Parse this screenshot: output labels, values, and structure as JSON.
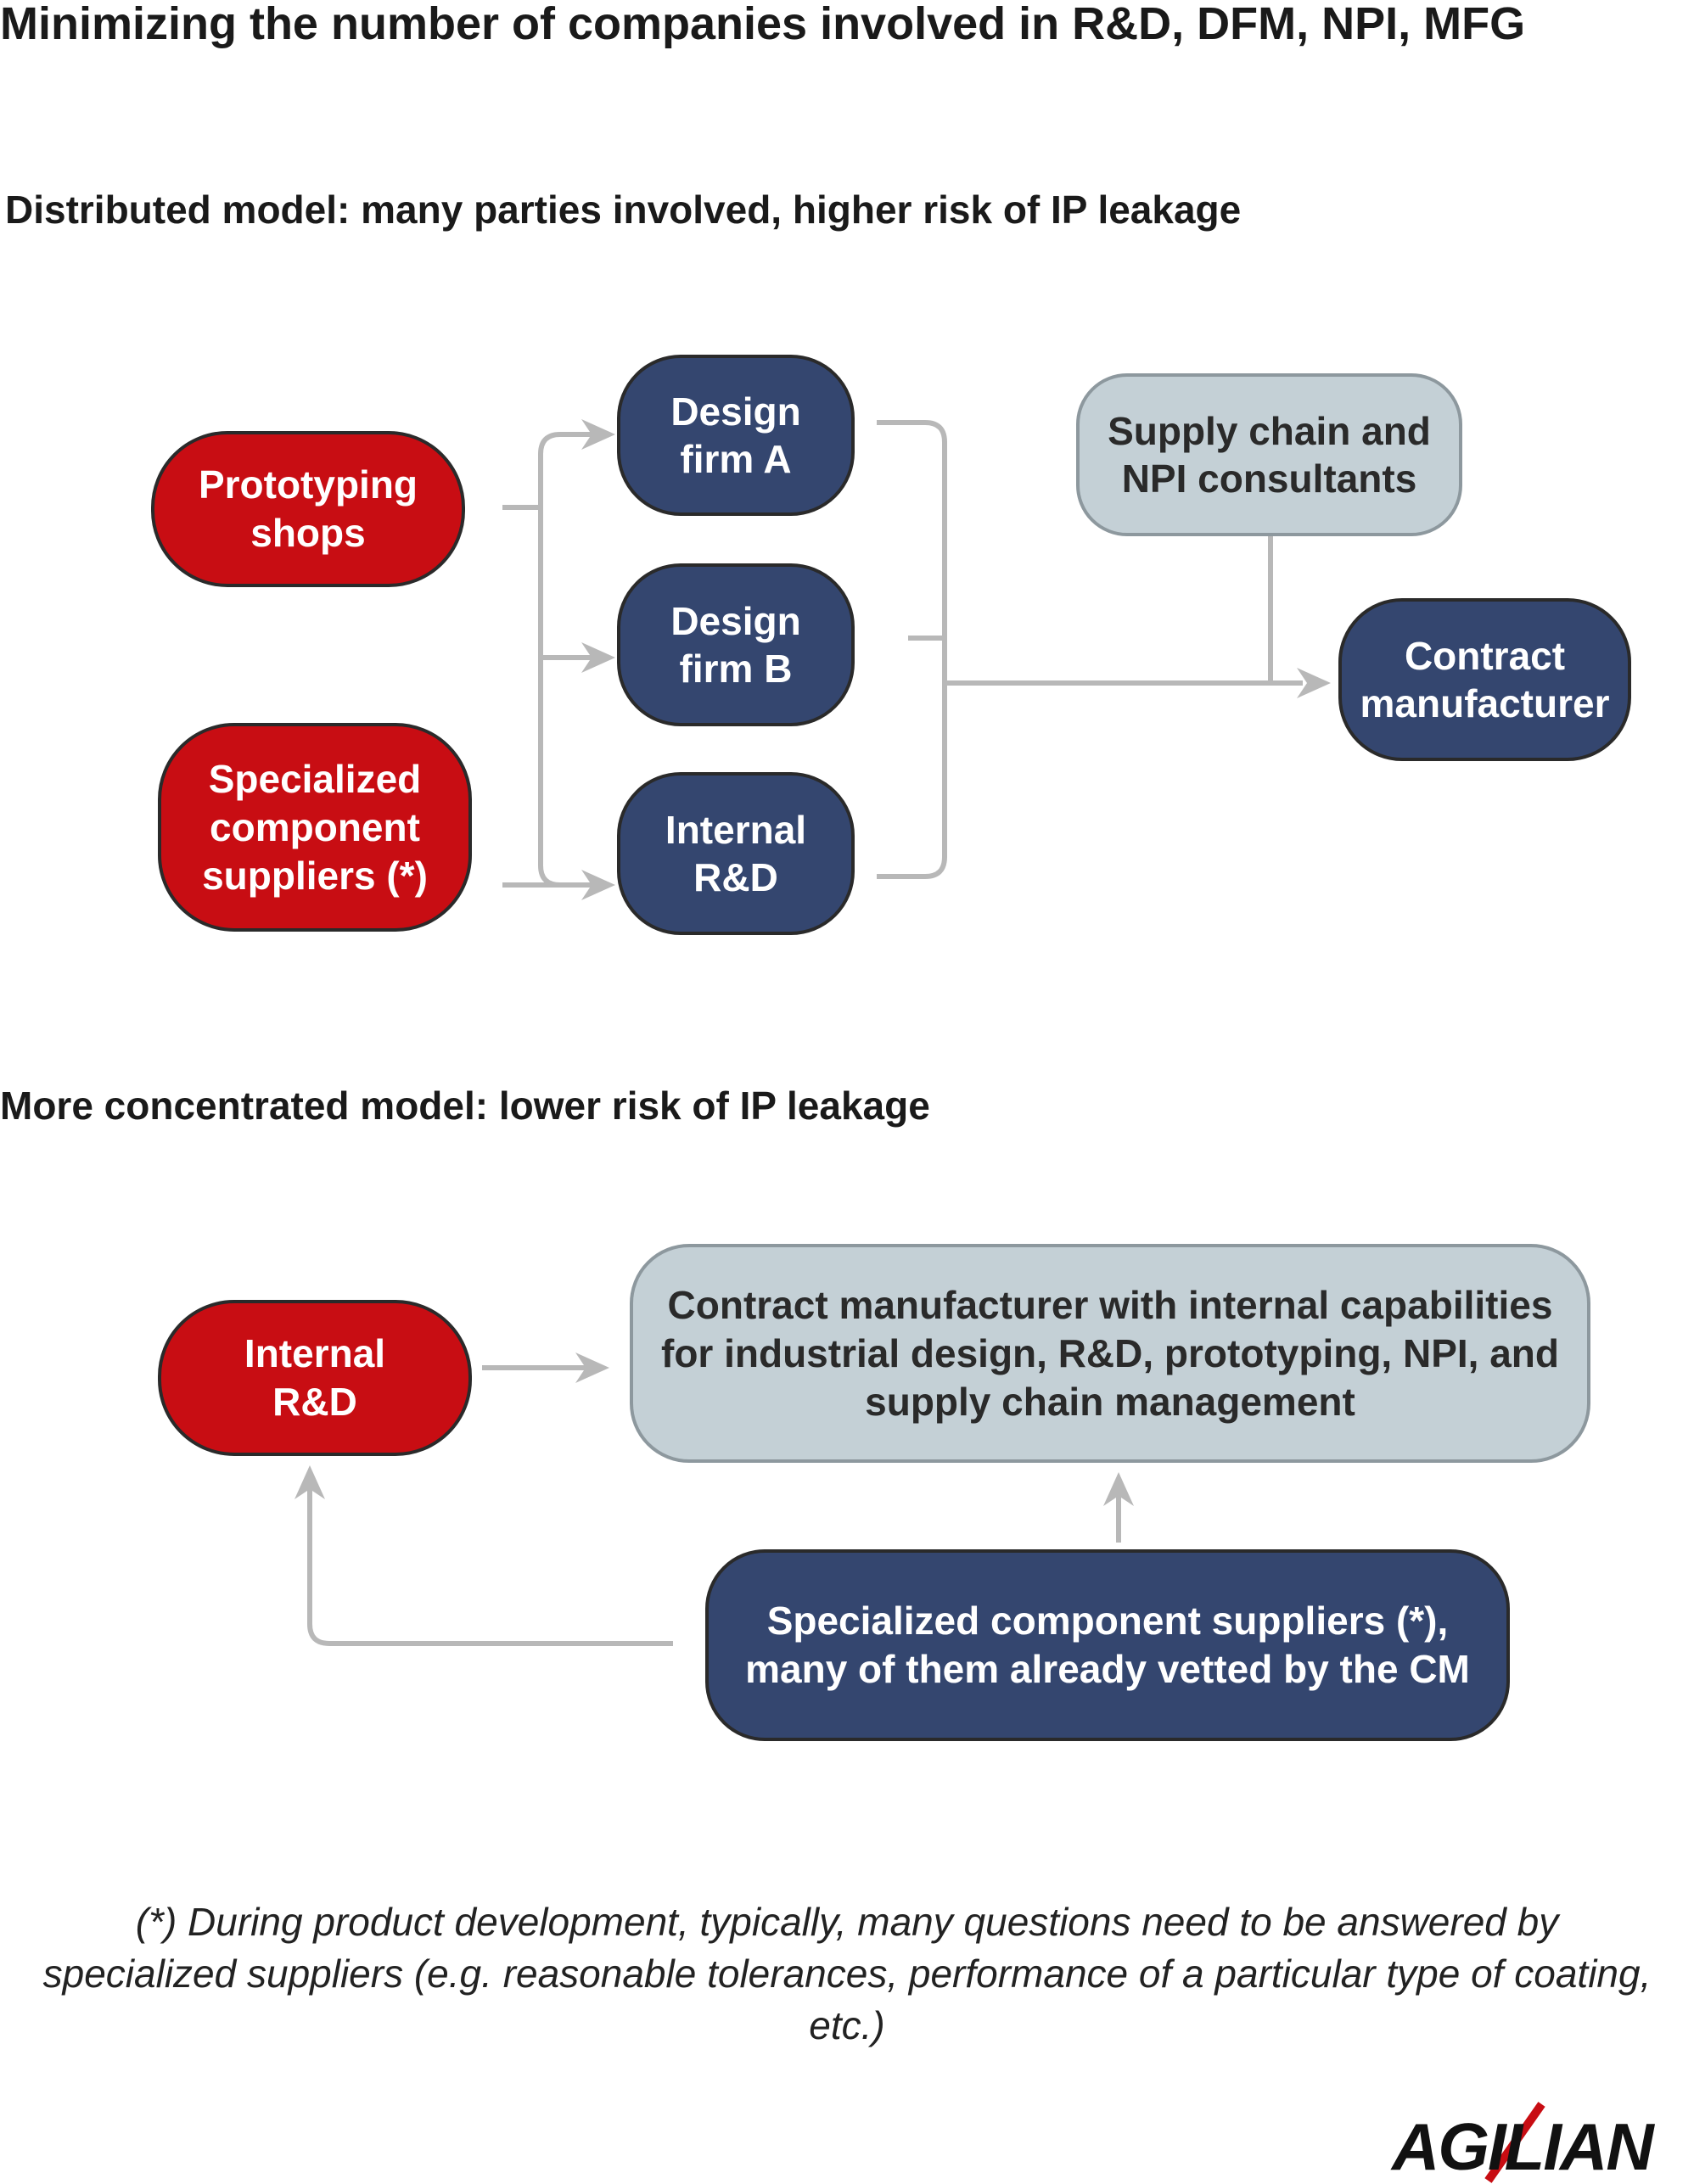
{
  "title": "Minimizing the number of companies involved in R&D, DFM, NPI, MFG",
  "distributed": {
    "heading": "Distributed model: many parties involved, higher risk of IP leakage",
    "prototyping_shops": "Prototyping\nshops",
    "specialized_suppliers": "Specialized\ncomponent\nsuppliers (*)",
    "design_firm_a": "Design\nfirm A",
    "design_firm_b": "Design\nfirm B",
    "internal_rd": "Internal\nR&D",
    "supply_chain_consultants": "Supply chain and\nNPI consultants",
    "contract_manufacturer": "Contract\nmanufacturer"
  },
  "concentrated": {
    "heading": "More concentrated model: lower risk of IP leakage",
    "internal_rd": "Internal\nR&D",
    "cm_capabilities": "Contract manufacturer with internal capabilities\nfor industrial design, R&D, prototyping, NPI, and\nsupply chain management",
    "specialized_suppliers": "Specialized component suppliers (*),\nmany of them already vetted by the CM"
  },
  "footnote": "(*) During product development, typically, many questions need to be answered by specialized suppliers (e.g. reasonable tolerances, performance of a particular type of coating, etc.)",
  "logo": "AGILIAN",
  "colors": {
    "red_box": "#c80d13",
    "navy_box": "#34466f",
    "grey_box": "#c4d0d6",
    "connector": "#b8b8b8"
  }
}
